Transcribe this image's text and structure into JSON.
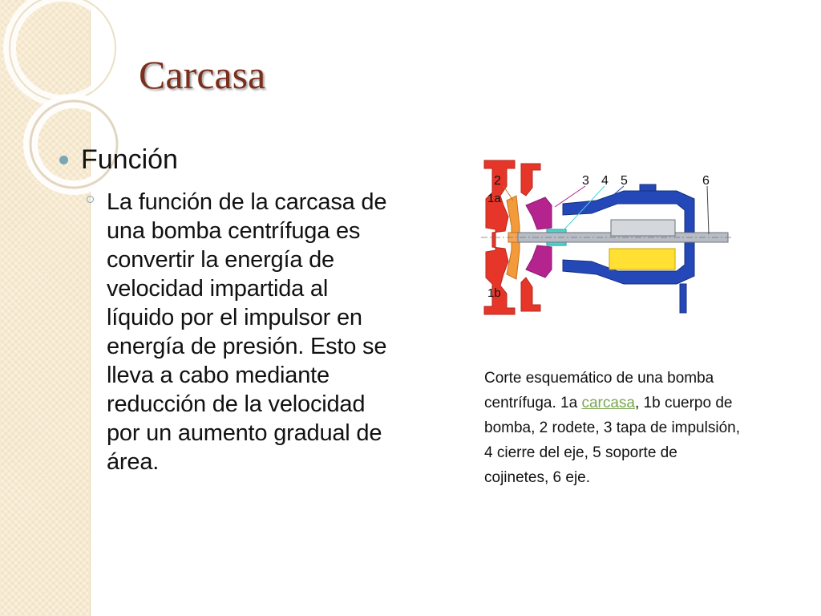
{
  "slide": {
    "title": "Carcasa",
    "heading": "Función",
    "body": "La función de la carcasa de una bomba centrífuga es convertir la energía de velocidad impartida al líquido por el impulsor en energía de presión. Esto se lleva a cabo mediante reducción de la velocidad por un aumento gradual de área."
  },
  "figure": {
    "labels": {
      "l2": "2",
      "l1a": "1a",
      "l1b": "1b",
      "l3": "3",
      "l4": "4",
      "l5": "5",
      "l6": "6"
    },
    "caption_before": "Corte esquemático de una bomba centrífuga. 1a ",
    "caption_link": "carcasa",
    "caption_after": ", 1b cuerpo de bomba, 2 rodete, 3 tapa de impulsión, 4 cierre del eje, 5 soporte de cojinetes, 6 eje."
  },
  "colors": {
    "title": "#7b2e1c",
    "bullet": "#7aa6b6",
    "link": "#7aa650",
    "band": "#f7ead0"
  }
}
